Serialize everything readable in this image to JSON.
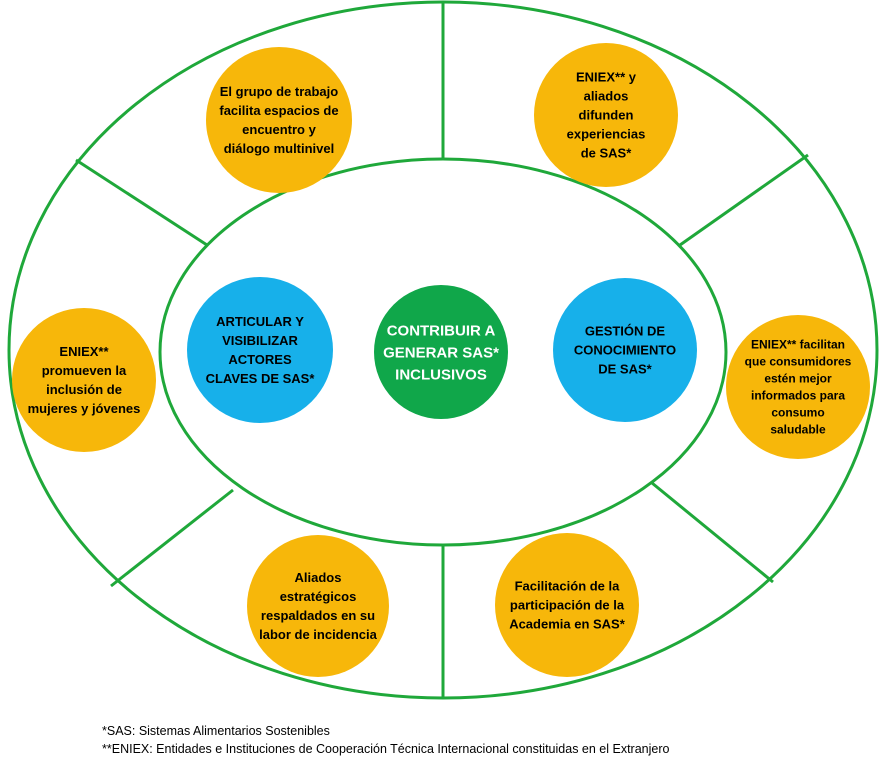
{
  "colors": {
    "ring": "#1fa83a",
    "center_fill": "#10a74a",
    "inner_node_fill": "#17b0ea",
    "outer_node_fill": "#f7b70a",
    "background": "#ffffff"
  },
  "center": {
    "lines": [
      "CONTRIBUIR A",
      "GENERAR SAS*",
      "INCLUSIVOS"
    ]
  },
  "inner_nodes": [
    {
      "id": "articular",
      "lines": [
        "ARTICULAR Y",
        "VISIBILIZAR",
        "ACTORES",
        "CLAVES DE SAS*"
      ]
    },
    {
      "id": "gestion",
      "lines": [
        "GESTIÓN DE",
        "CONOCIMIENTO",
        "DE SAS*"
      ]
    }
  ],
  "outer_nodes": [
    {
      "id": "grupo-trabajo",
      "lines": [
        "El grupo de trabajo",
        "facilita espacios de",
        "encuentro y",
        "diálogo multinivel"
      ]
    },
    {
      "id": "eniex-aliados",
      "lines": [
        "ENIEX** y",
        "aliados",
        "difunden",
        "experiencias",
        "de SAS*"
      ]
    },
    {
      "id": "eniex-mujeres",
      "lines": [
        "ENIEX**",
        "promueven la",
        "inclusión de",
        "mujeres y jóvenes"
      ]
    },
    {
      "id": "eniex-consumidores",
      "lines": [
        "ENIEX** facilitan",
        "que consumidores",
        "estén mejor",
        "informados para",
        "consumo",
        "saludable"
      ]
    },
    {
      "id": "aliados-estrategicos",
      "lines": [
        "Aliados",
        "estratégicos",
        "respaldados en su",
        "labor de incidencia"
      ]
    },
    {
      "id": "academia",
      "lines": [
        "Facilitación de la",
        "participación de la",
        "Academia en SAS*"
      ]
    }
  ],
  "footnotes": [
    "*SAS: Sistemas Alimentarios Sostenibles",
    "**ENIEX: Entidades e Instituciones de Cooperación Técnica Internacional constituidas en el Extranjero"
  ]
}
